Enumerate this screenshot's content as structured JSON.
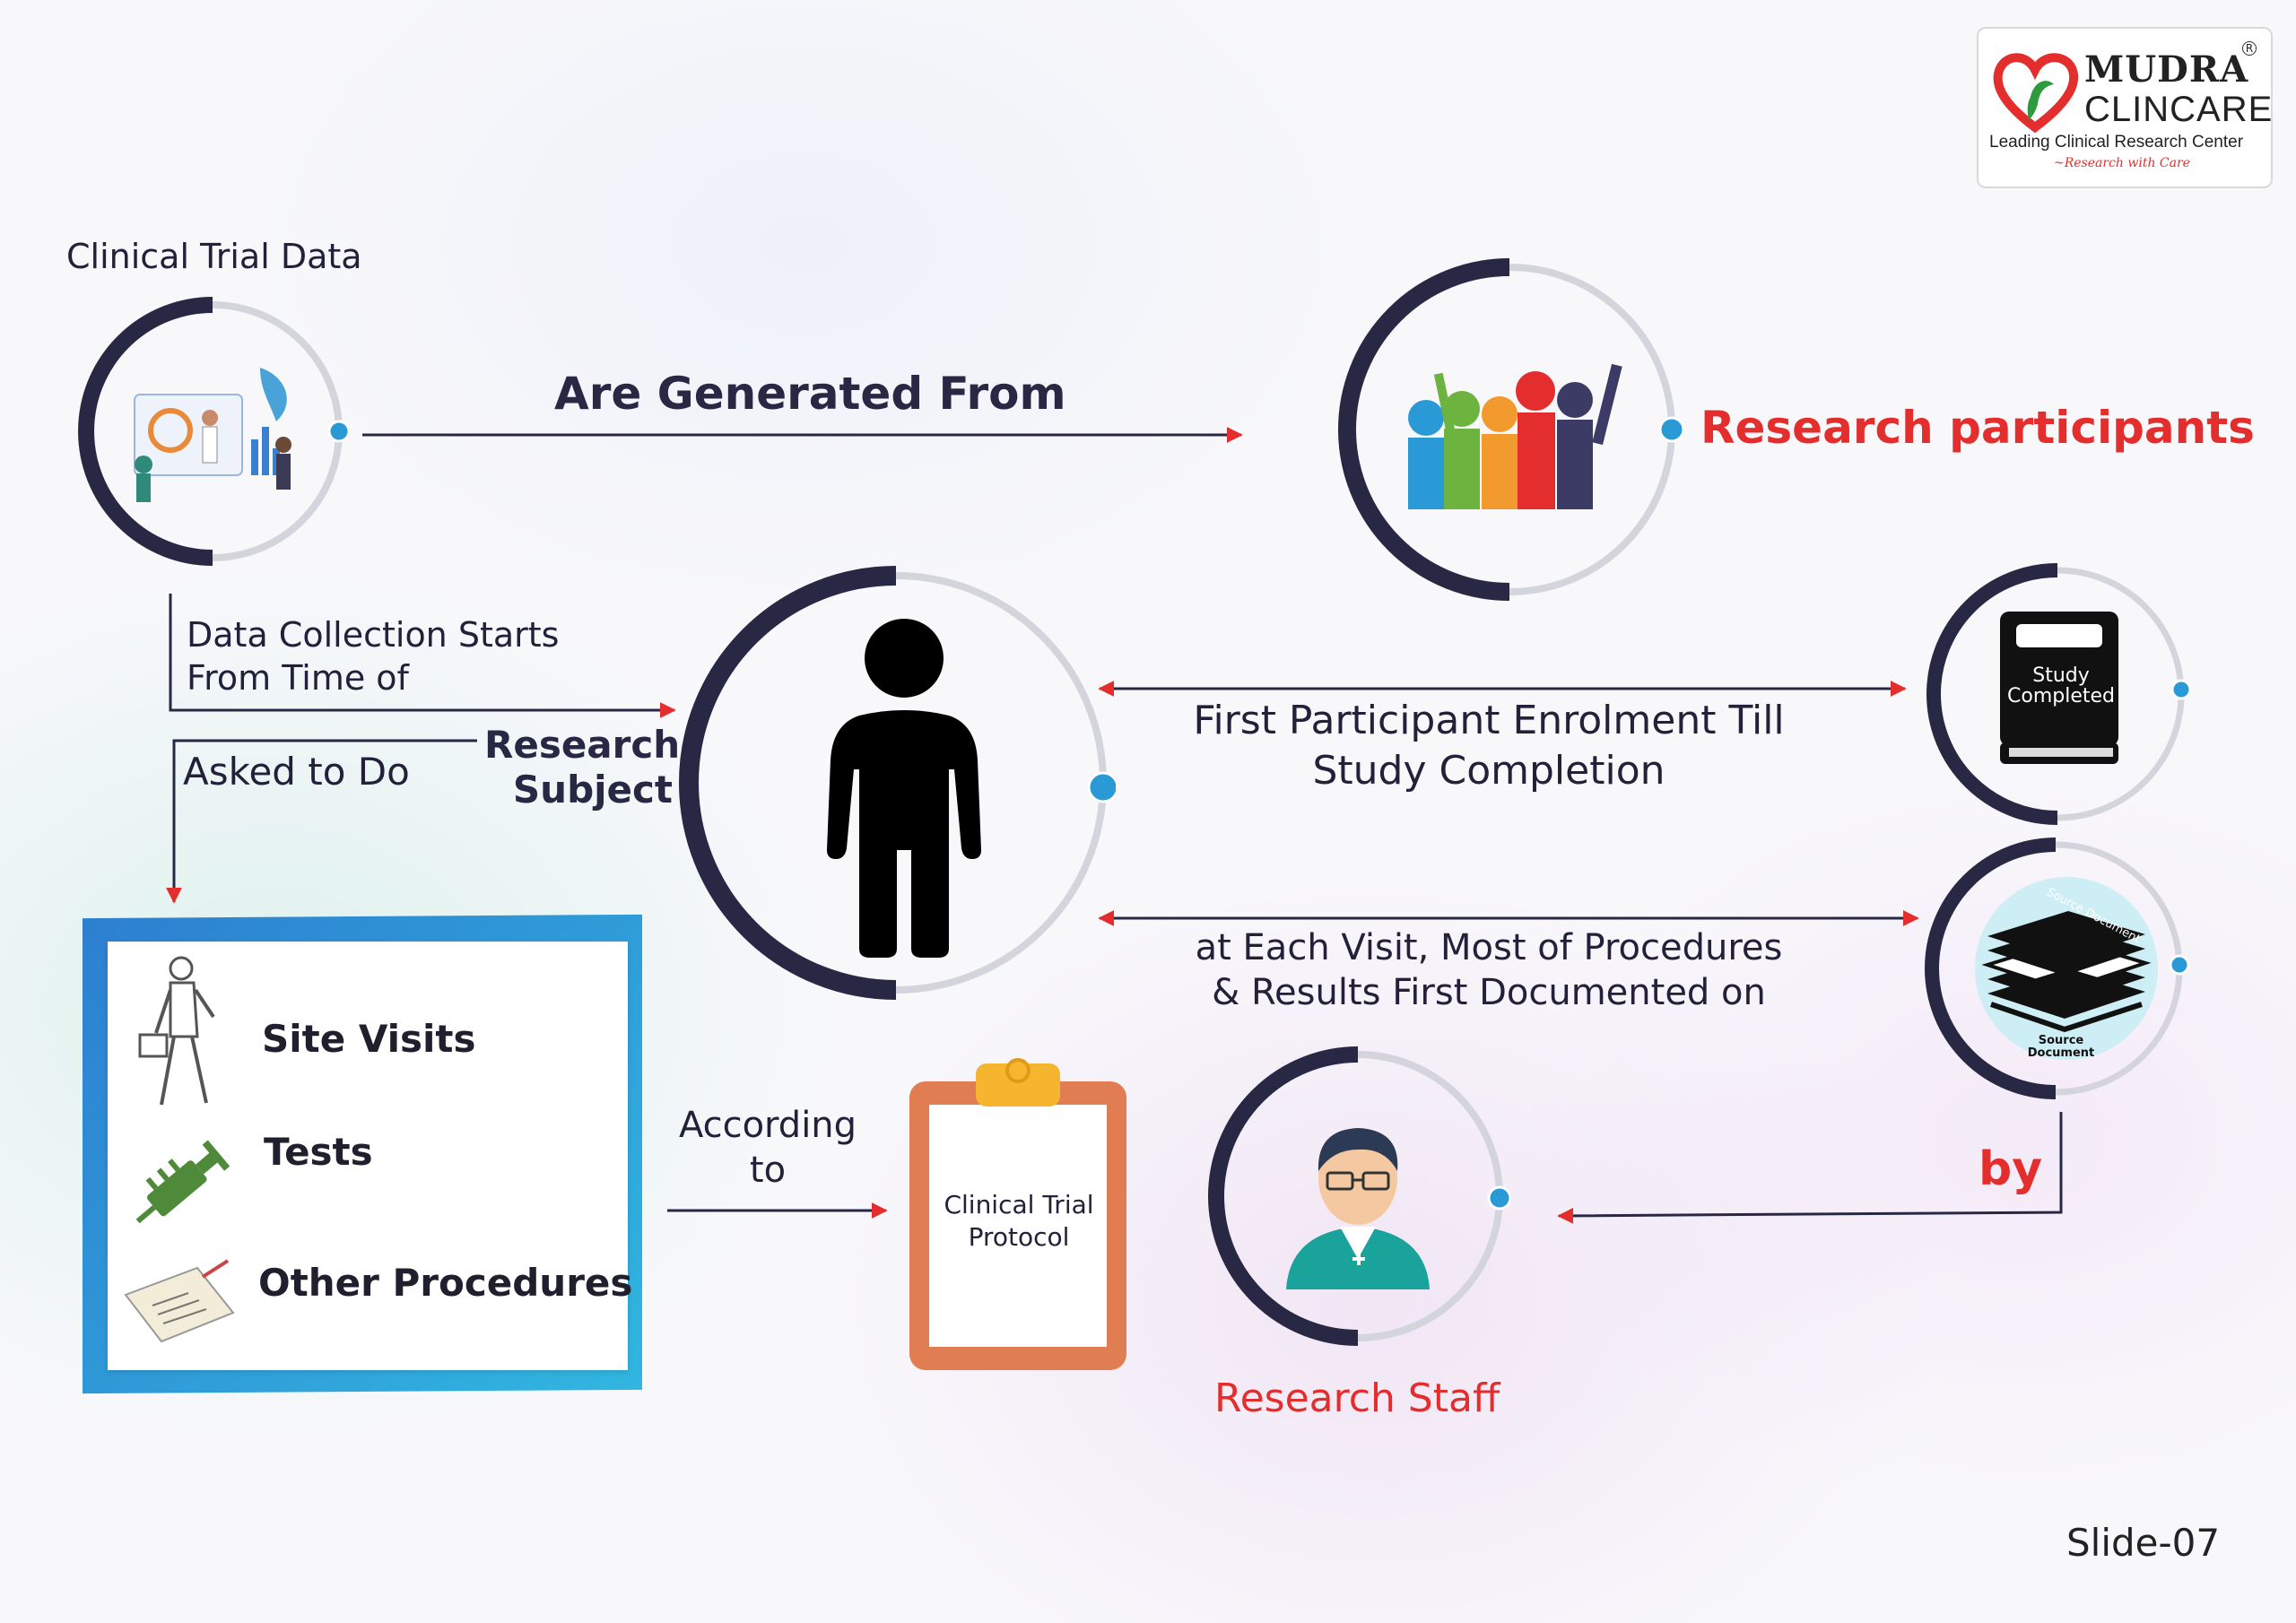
{
  "logo": {
    "name": "MUDRA",
    "name_line2": "CLINCARE",
    "tagline": "Leading Clinical Research Center",
    "motto": "~Research with Care",
    "reg_mark": "R"
  },
  "nodes": {
    "clinical_trial_data": "Clinical Trial Data",
    "research_participants": "Research participants",
    "research_subject_line1": "Research",
    "research_subject_line2": "Subject",
    "study_completed_line1": "Study",
    "study_completed_line2": "Completed",
    "source_document_top": "Source Document",
    "source_document_bottom_line1": "Source",
    "source_document_bottom_line2": "Document",
    "research_staff": "Research Staff",
    "protocol_line1": "Clinical Trial",
    "protocol_line2": "Protocol"
  },
  "connectors": {
    "generated_from": "Are Generated From",
    "data_collection_line1": "Data Collection Starts",
    "data_collection_line2": "From Time of",
    "asked_to_do": "Asked to Do",
    "enrolment_line1": "First Participant Enrolment Till",
    "enrolment_line2": "Study Completion",
    "each_visit_line1": "at Each Visit, Most of Procedures",
    "each_visit_line2": "& Results First Documented on",
    "according_line1": "According",
    "according_line2": "to",
    "by": "by"
  },
  "procedures": [
    {
      "label": "Site Visits",
      "icon": "businessman-walking-icon"
    },
    {
      "label": "Tests",
      "icon": "syringe-icon"
    },
    {
      "label": "Other Procedures",
      "icon": "clipboard-writing-icon"
    }
  ],
  "slide_label": "Slide-07",
  "colors": {
    "navy": "#282845",
    "red": "#e42d2d",
    "ring_light": "#d4d4dc",
    "dot": "#2a9ad6",
    "panel_blue": "#2d7fd0",
    "panel_cyan": "#31b6e0",
    "clipboard": "#e17d52"
  }
}
